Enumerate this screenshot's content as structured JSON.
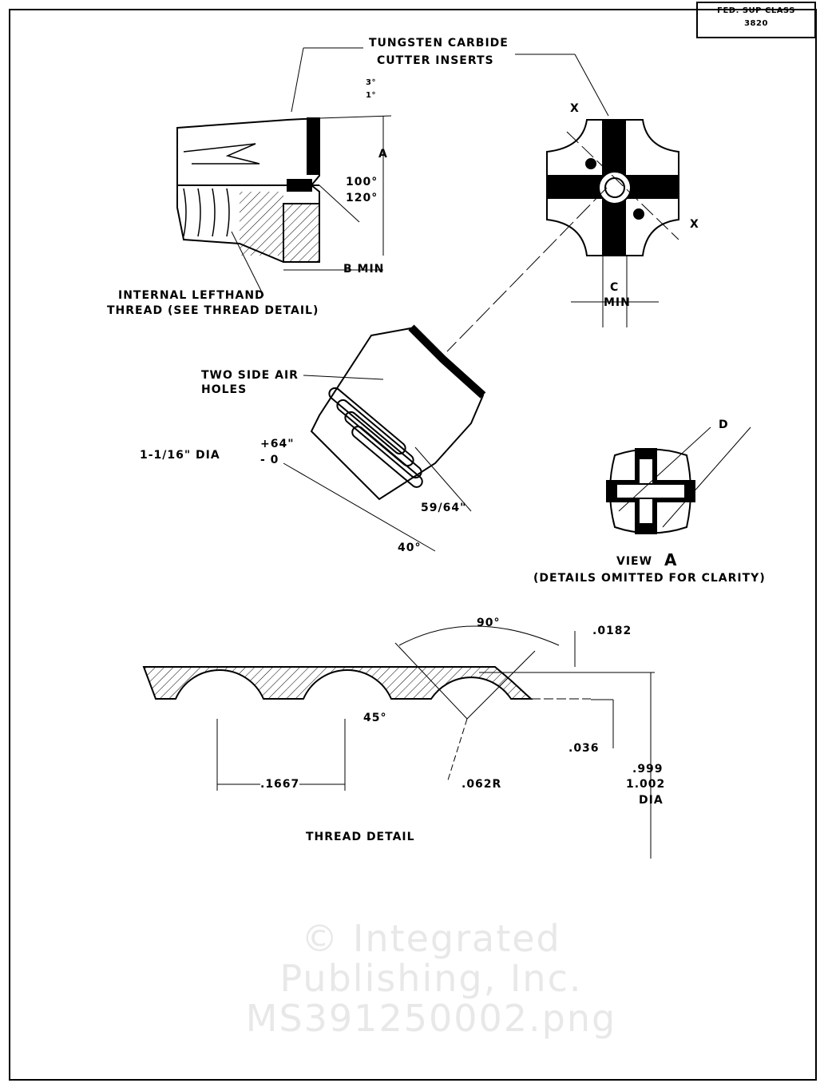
{
  "class_box": {
    "line1": "FED. SUP CLASS",
    "line2": "3820"
  },
  "labels": {
    "inserts_top": "TUNGSTEN CARBIDE",
    "inserts_bottom": "CUTTER INSERTS",
    "angle_3": "3°",
    "angle_1": "1°",
    "dim_a": "A",
    "angle_100": "100°",
    "angle_120": "120°",
    "b_min": "B MIN",
    "internal_thread_1": "INTERNAL LEFTHAND",
    "internal_thread_2": "THREAD (SEE THREAD DETAIL)",
    "x_top": "X",
    "x_bottom": "X",
    "c": "C",
    "c_min": "MIN",
    "air_holes_1": "TWO SIDE AIR",
    "air_holes_2": "HOLES",
    "dia": "1-1/16\" DIA",
    "tol_plus": "+64\"",
    "tol_minus": "- 0",
    "dim_5964": "59/64\"",
    "angle_40": "40°",
    "dim_d": "D",
    "view": "VIEW",
    "view_letter": "A",
    "view_note": "(DETAILS OMITTED FOR CLARITY)",
    "angle_90": "90°",
    "dim_0182": ".0182",
    "angle_45": "45°",
    "dim_036": ".036",
    "dim_999": ".999",
    "dim_1002": "1.002",
    "dia_label": "DIA",
    "pitch": ".1667",
    "radius": ".062R",
    "thread_title": "THREAD DETAIL"
  },
  "watermark": [
    "© Integrated",
    "Publishing, Inc.",
    "MS391250002.png"
  ]
}
